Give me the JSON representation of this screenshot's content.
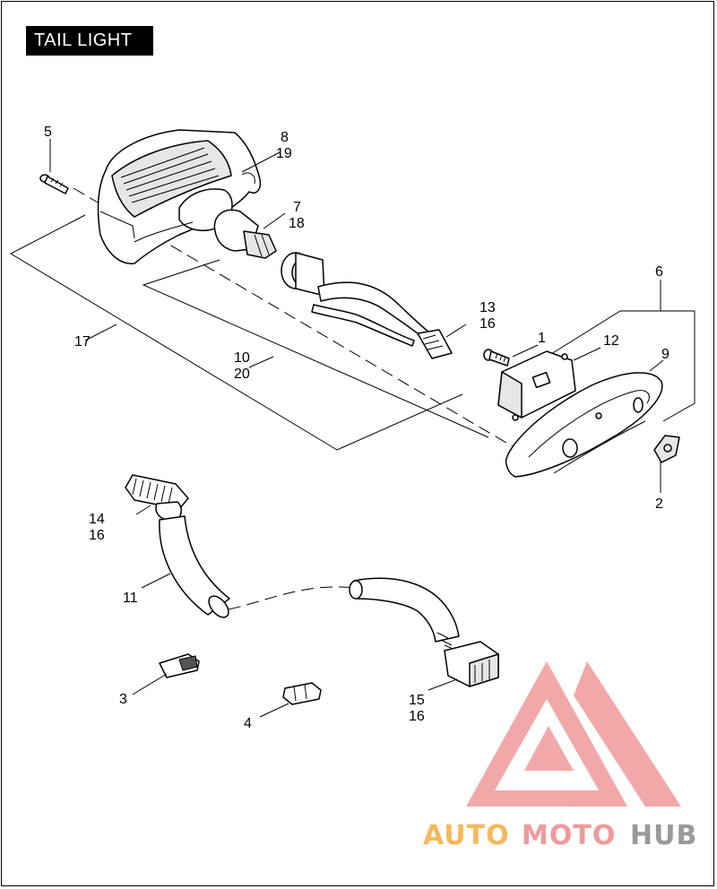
{
  "title": "TAIL LIGHT",
  "callouts": {
    "c1": "1",
    "c2": "2",
    "c3": "3",
    "c4": "4",
    "c5": "5",
    "c6": "6",
    "c7": "7",
    "c18": "18",
    "c8": "8",
    "c19": "19",
    "c9": "9",
    "c10": "10",
    "c20": "20",
    "c11": "11",
    "c12": "12",
    "c13": "13",
    "c16a": "16",
    "c14": "14",
    "c16b": "16",
    "c15": "15",
    "c16c": "16",
    "c17": "17"
  },
  "watermark": {
    "text_a": "AUTO",
    "text_b": "MOTO",
    "text_c": "HUB",
    "color_orange": "#f6b95a",
    "color_red": "#f09a9a",
    "color_gray": "#999999"
  }
}
